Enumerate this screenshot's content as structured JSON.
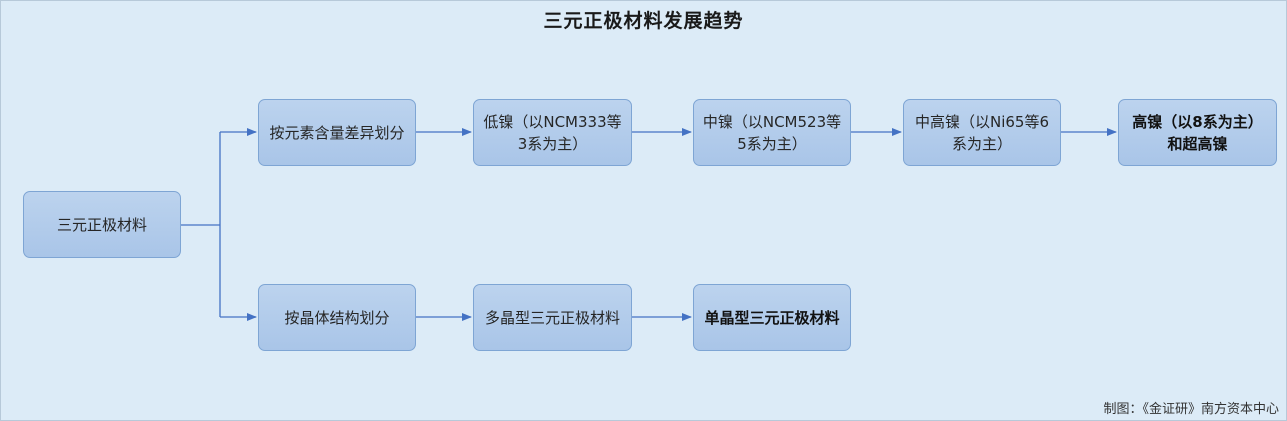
{
  "title": "三元正极材料发展趋势",
  "nodes": {
    "root": "三元正极材料",
    "by_element": "按元素含量差异划分",
    "low_ni": "低镍（以NCM333等3系为主）",
    "mid_ni": "中镍（以NCM523等5系为主）",
    "mid_high_ni": "中高镍（以Ni65等6系为主）",
    "high_ni": "高镍（以8系为主）和超高镍",
    "by_crystal": "按晶体结构划分",
    "poly": "多晶型三元正极材料",
    "single": "单晶型三元正极材料"
  },
  "credit": "制图：《金证研》南方资本中心",
  "colors": {
    "background": "#dcebf7",
    "node_fill": "#b4cdeb",
    "node_border": "#7ea5d4",
    "connector": "#4472c4"
  }
}
